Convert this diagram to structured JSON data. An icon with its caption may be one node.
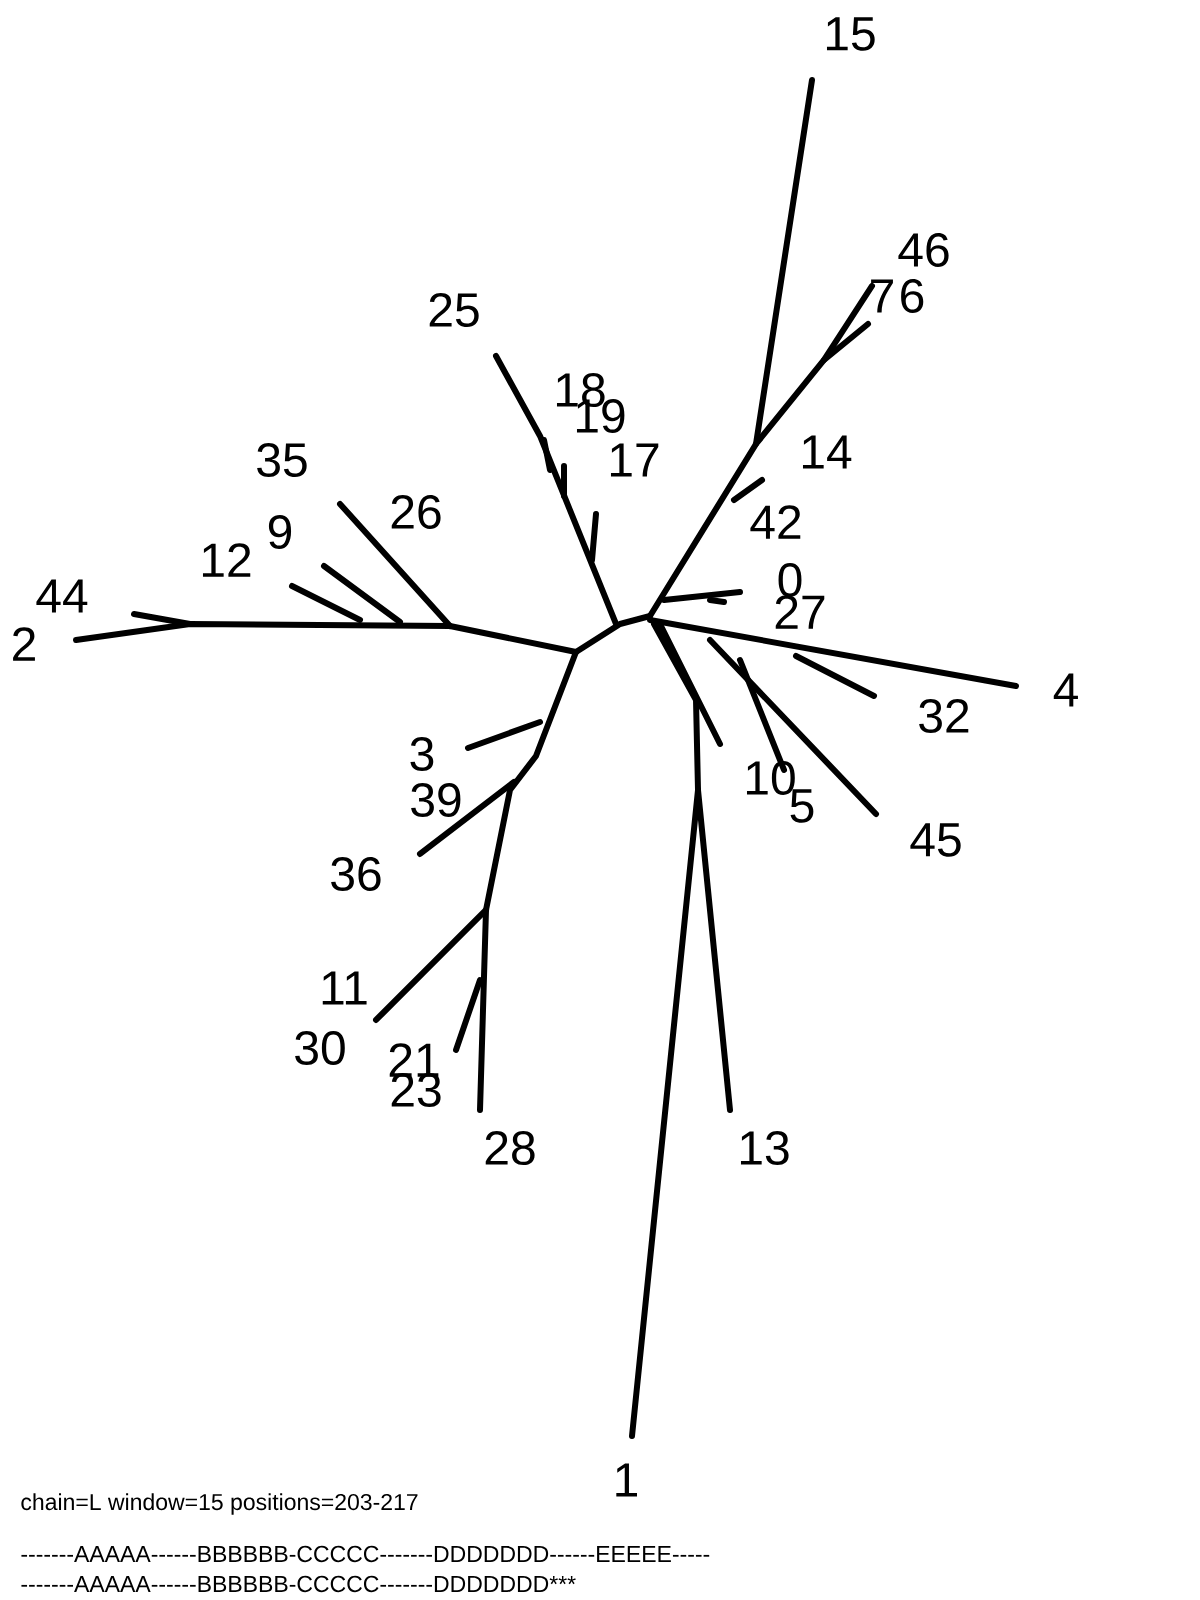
{
  "diagram": {
    "labels": [
      "15",
      "46",
      "7",
      "6",
      "25",
      "18",
      "19",
      "17",
      "14",
      "42",
      "35",
      "26",
      "0",
      "27",
      "12",
      "9",
      "44",
      "2",
      "4",
      "32",
      "3",
      "39",
      "10",
      "5",
      "45",
      "36",
      "11",
      "30",
      "21",
      "23",
      "28",
      "13",
      "1",
      "chain=L   window=15   positions=203-217",
      "-------AAAAA------BBBBBB-CCCCC-------DDDDDDD------EEEEE-----",
      "-------AAAAA------BBBBBB-CCCCC-------DDDDDDD***"
    ]
  }
}
